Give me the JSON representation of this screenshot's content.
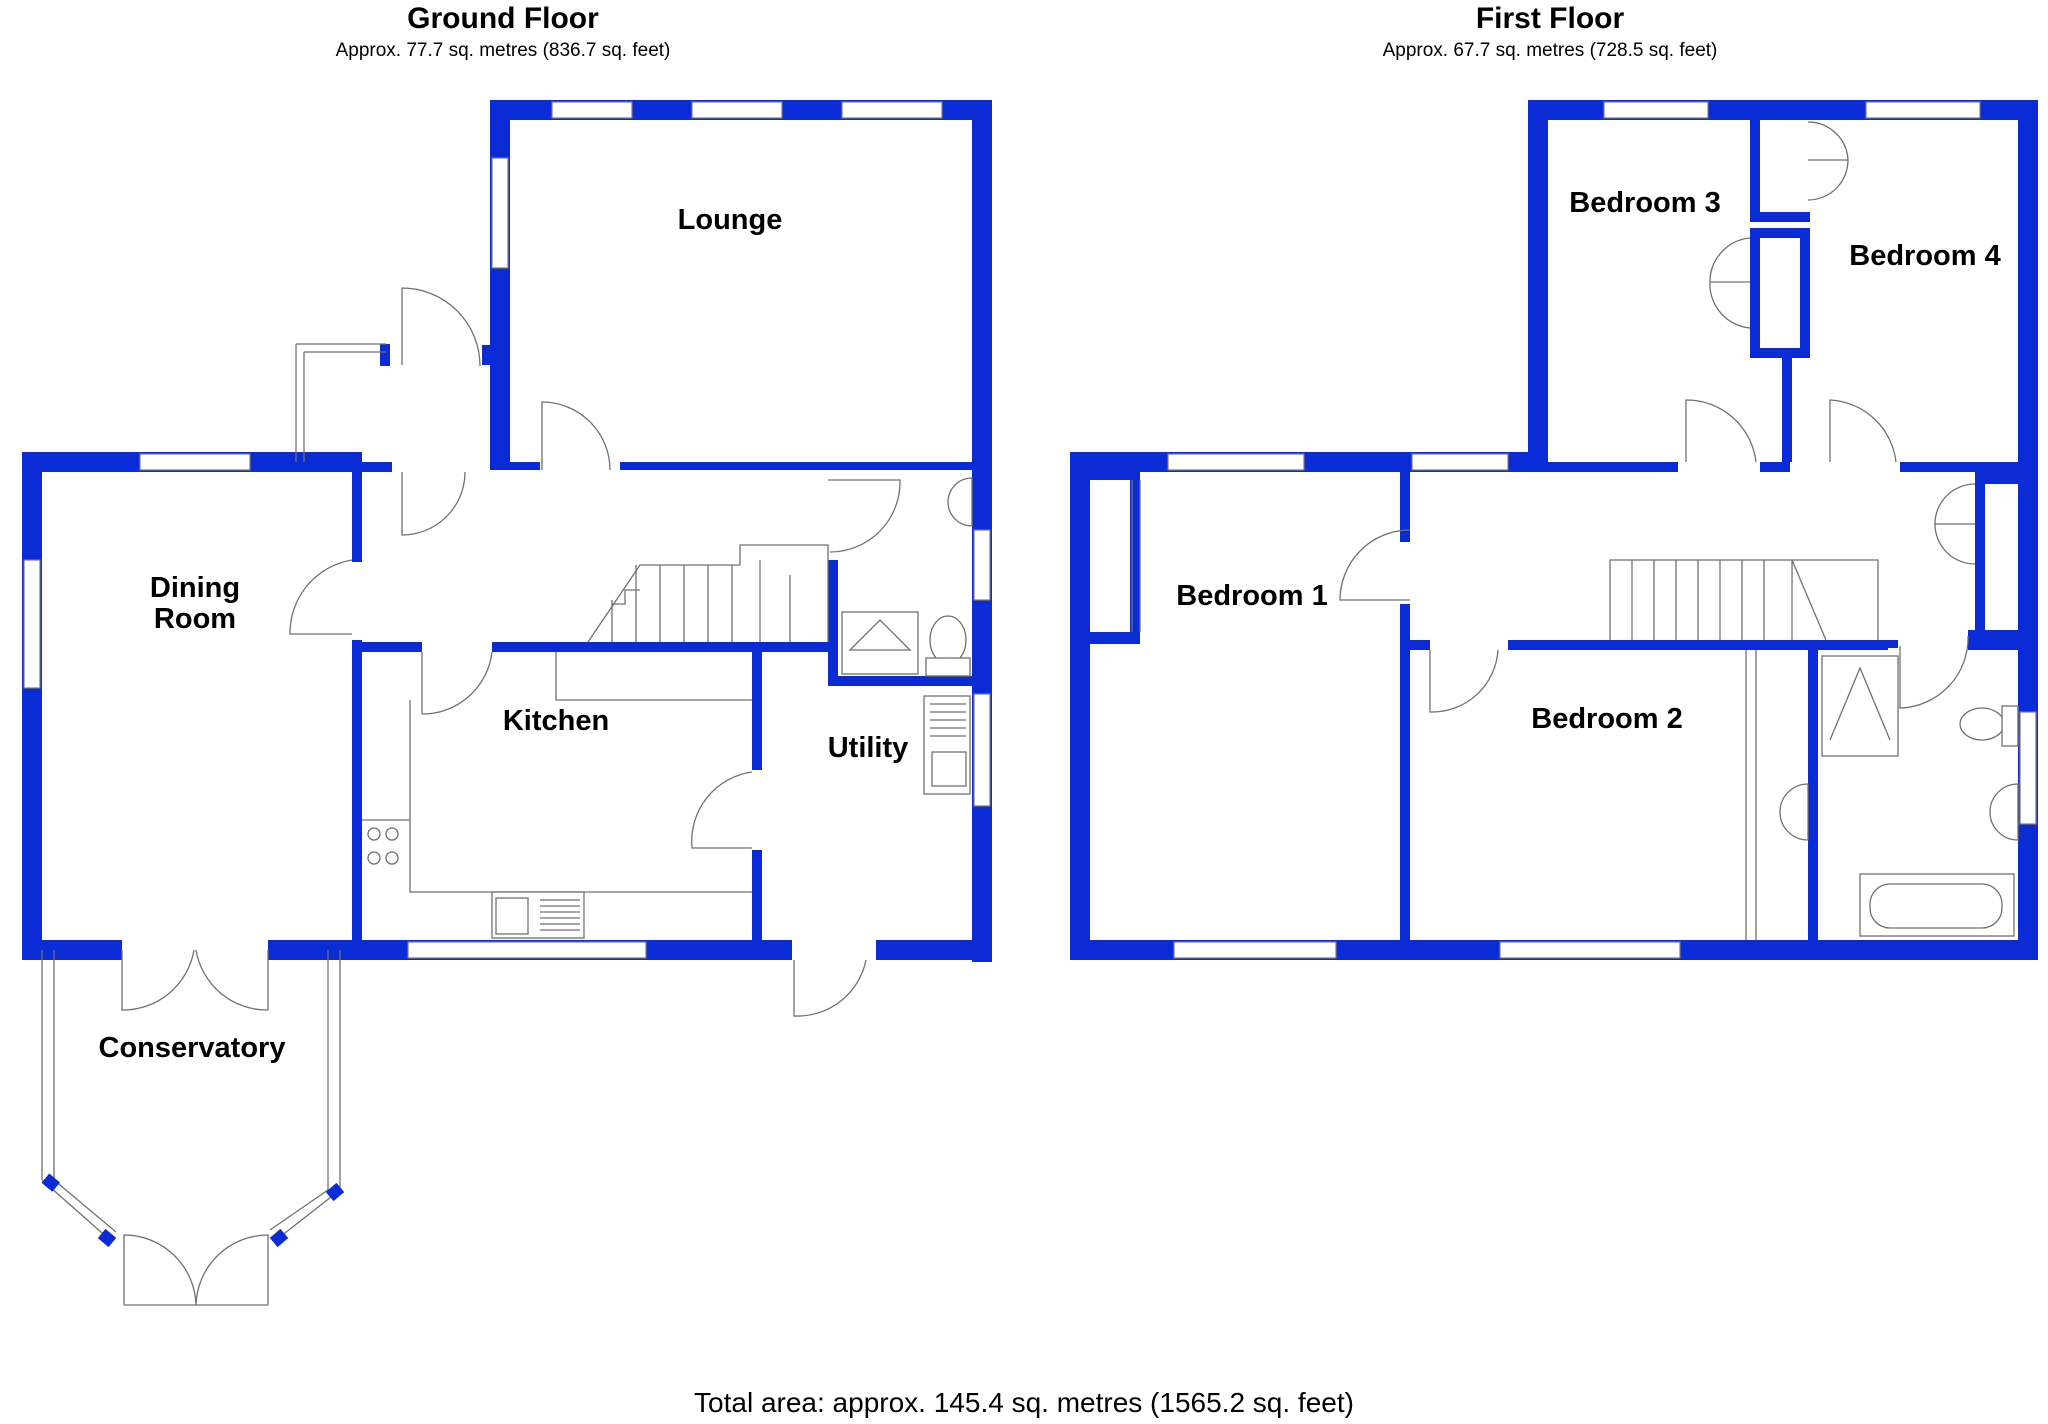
{
  "ground_floor": {
    "title": "Ground Floor",
    "area": "Approx. 77.7 sq. metres (836.7 sq. feet)",
    "rooms": {
      "lounge": "Lounge",
      "dining_line1": "Dining",
      "dining_line2": "Room",
      "kitchen": "Kitchen",
      "utility": "Utility",
      "conservatory": "Conservatory"
    }
  },
  "first_floor": {
    "title": "First Floor",
    "area": "Approx. 67.7 sq. metres (728.5 sq. feet)",
    "rooms": {
      "bedroom1": "Bedroom 1",
      "bedroom2": "Bedroom 2",
      "bedroom3": "Bedroom 3",
      "bedroom4": "Bedroom 4"
    }
  },
  "total_area": "Total area: approx. 145.4 sq. metres (1565.2 sq. feet)",
  "colors": {
    "wall": "#0b2bd6",
    "fixture": "#707070",
    "background": "#ffffff"
  }
}
